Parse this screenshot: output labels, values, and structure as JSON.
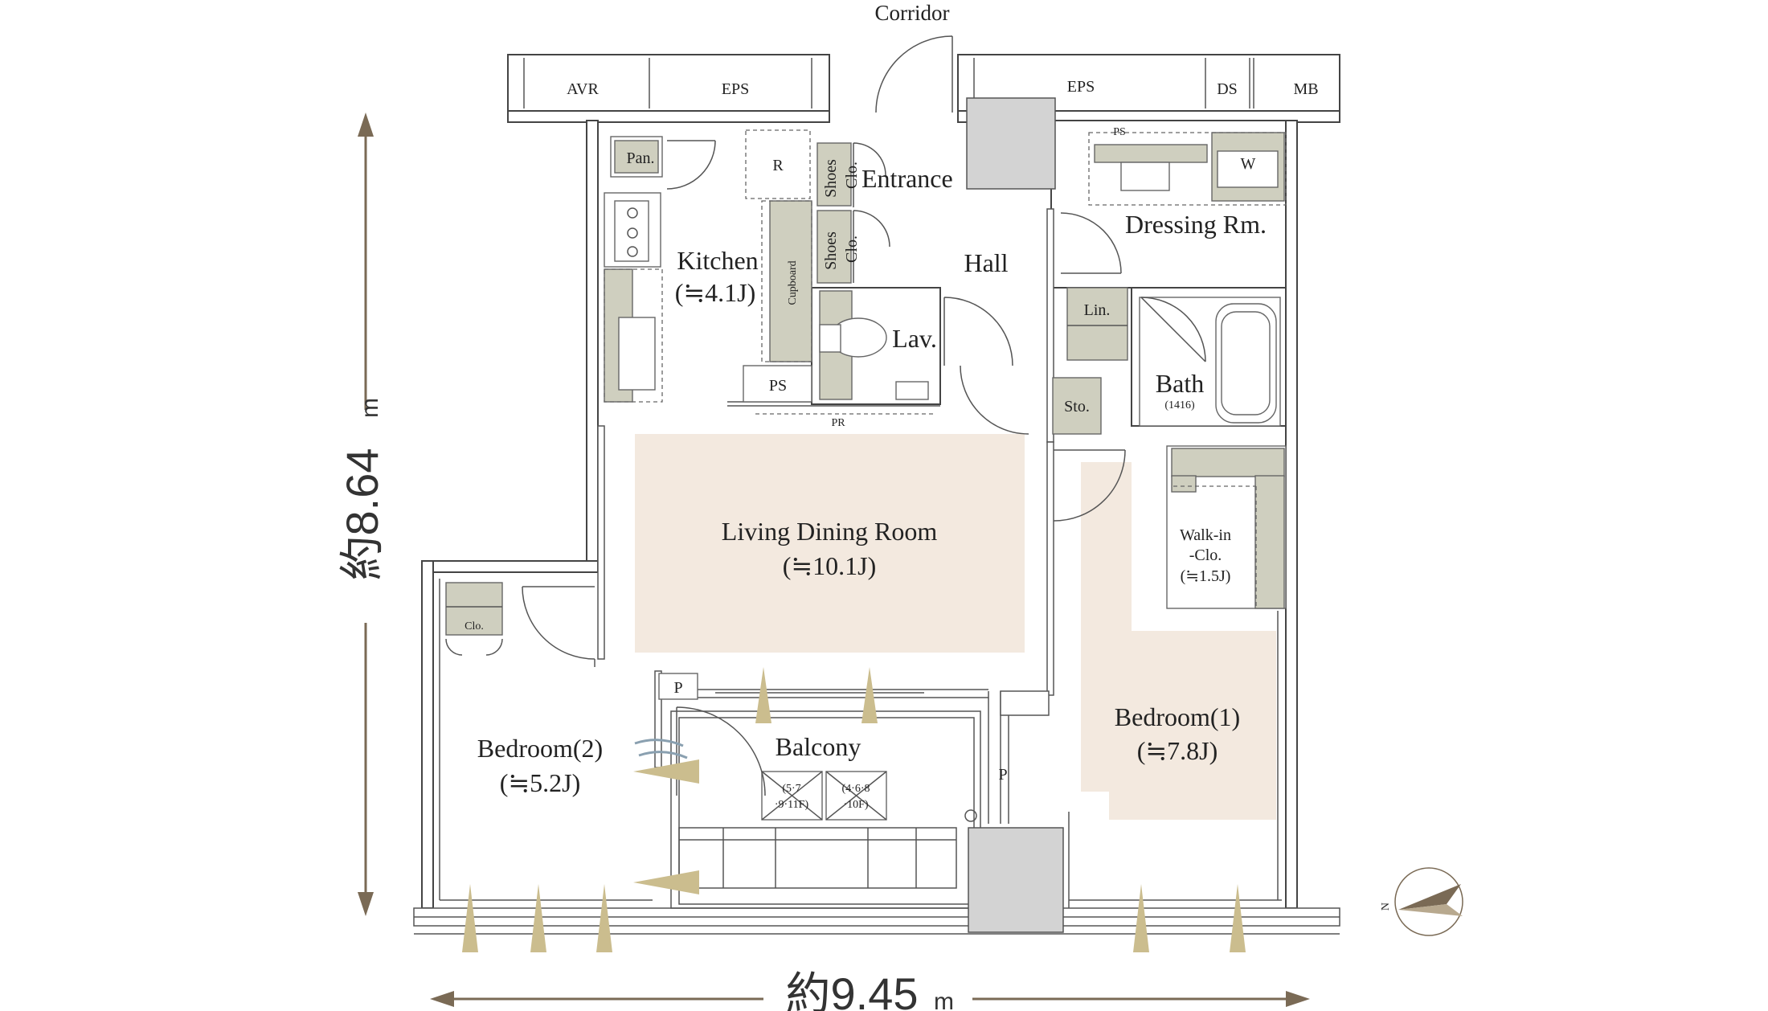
{
  "labels": {
    "corridor": "Corridor",
    "avr": "AVR",
    "eps_left": "EPS",
    "eps_right": "EPS",
    "ds": "DS",
    "mb": "MB",
    "ps_top": "PS",
    "pan": "Pan.",
    "r": "R",
    "shoes1": "Shoes",
    "clo1": "Clo.",
    "shoes2": "Shoes",
    "clo2": "Clo.",
    "entrance": "Entrance",
    "hall": "Hall",
    "kitchen": "Kitchen",
    "kitchen_size": "(≒4.1J)",
    "cupboard": "Cupboard",
    "lav": "Lav.",
    "ps_kitchen": "PS",
    "pr": "PR",
    "dressing": "Dressing Rm.",
    "w": "W",
    "lin": "Lin.",
    "bath": "Bath",
    "bath_size": "(1416)",
    "sto": "Sto.",
    "ldr": "Living Dining Room",
    "ldr_size": "(≒10.1J)",
    "walkin1": "Walk-in",
    "walkin2": "-Clo.",
    "walkin_size": "(≒1.5J)",
    "clo_bed2": "Clo.",
    "p1": "P",
    "p2": "P",
    "bed2": "Bedroom(2)",
    "bed2_size": "(≒5.2J)",
    "balcony": "Balcony",
    "unit_a1": "(5·7",
    "unit_a2": "·9·11F)",
    "unit_b1": "(4·6·8",
    "unit_b2": "·10F)",
    "bed1": "Bedroom(1)",
    "bed1_size": "(≒7.8J)",
    "north": "N"
  },
  "dimensions": {
    "height": "約8.64",
    "height_unit": "m",
    "width": "約9.45",
    "width_unit": "m"
  },
  "colors": {
    "floor_tint": "#f3e9df",
    "fixture": "#cfcfbf",
    "shaft": "#d3d3d3",
    "dimension": "#7a6a55",
    "sunlight": "#cbbd8e"
  }
}
